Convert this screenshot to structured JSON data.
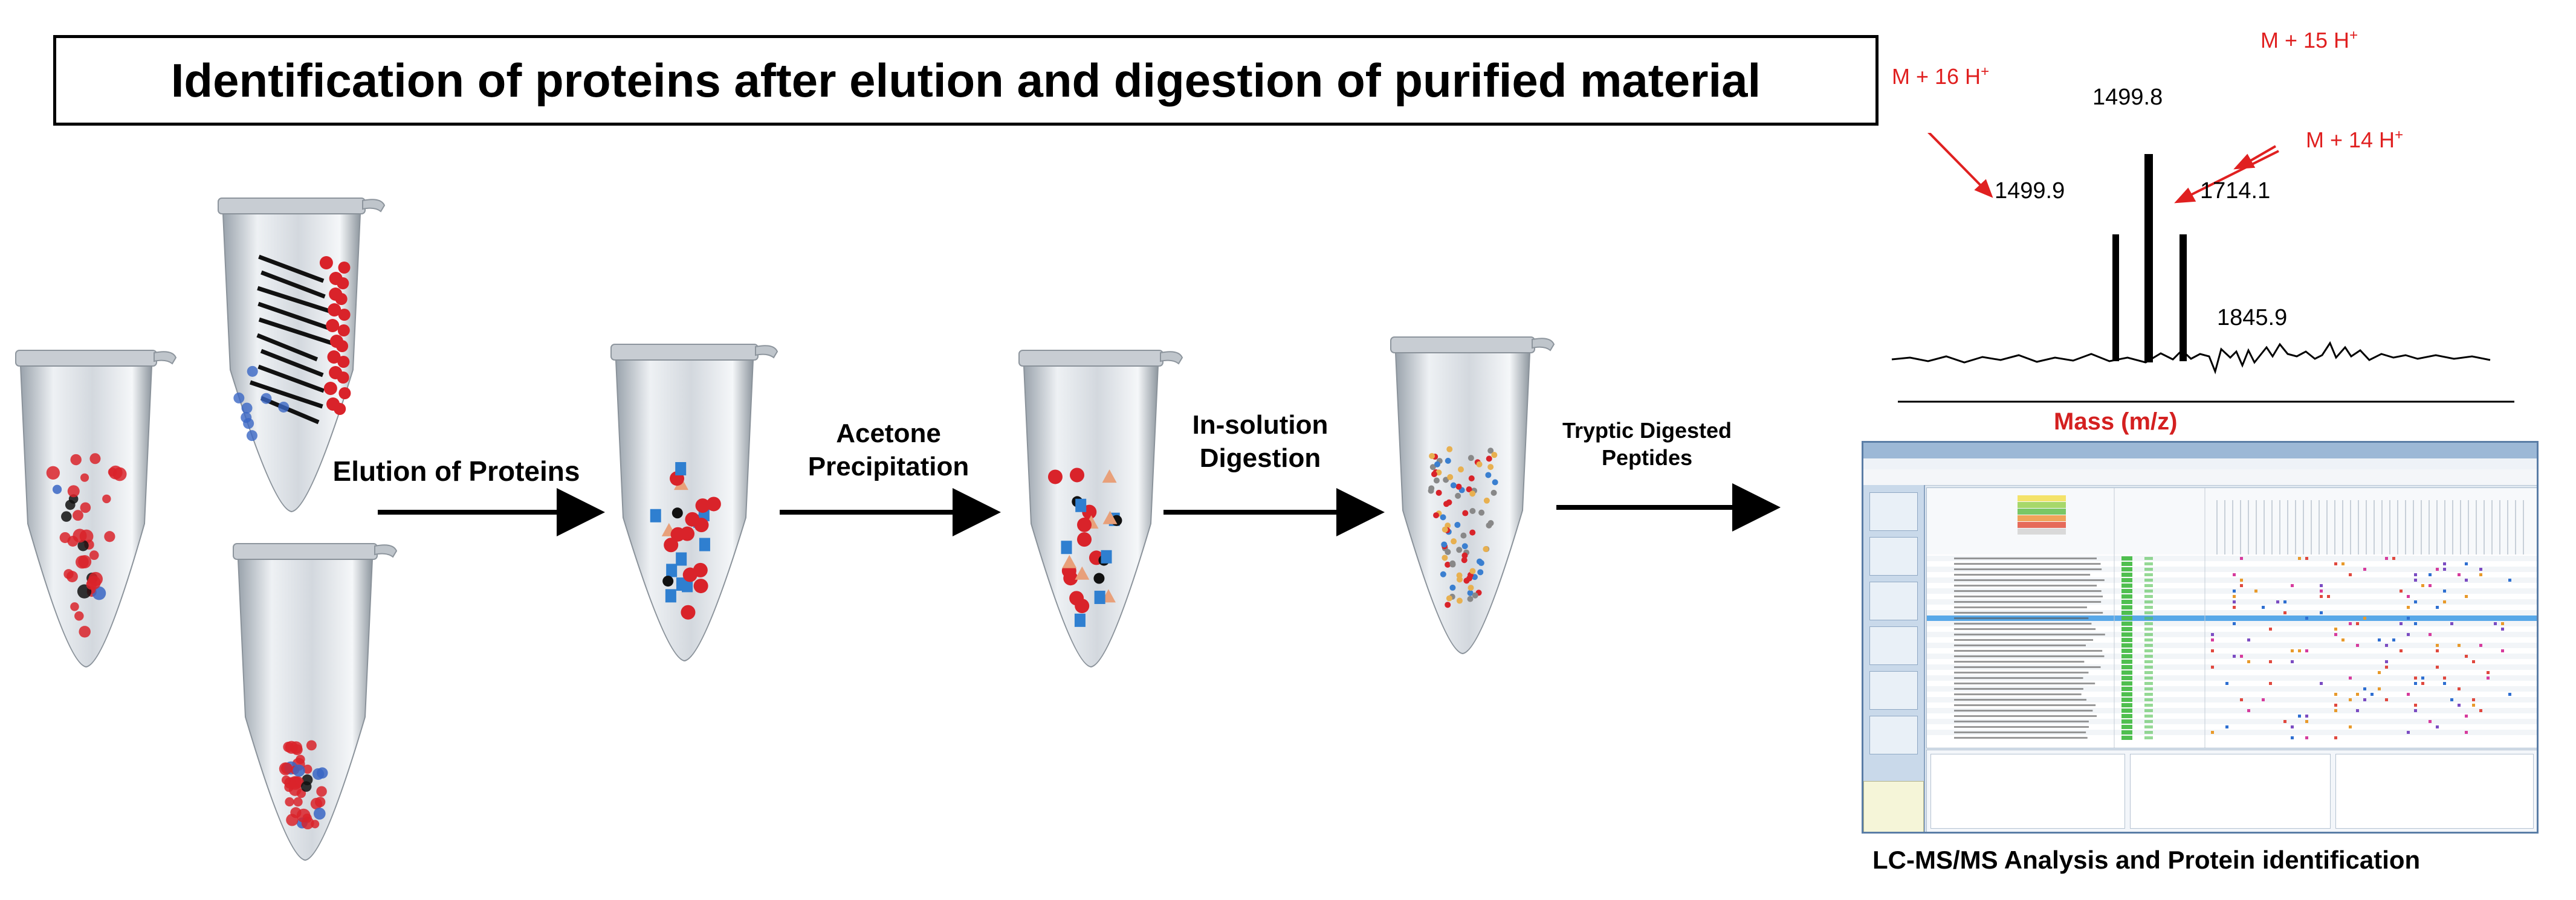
{
  "title": "Identification of proteins after elution and digestion of purified material",
  "steps": [
    {
      "label": "Elution of Proteins"
    },
    {
      "label": "Acetone\nPrecipitation"
    },
    {
      "label": "In-solution\nDigestion"
    },
    {
      "label": "Tryptic Digested\nPeptides"
    }
  ],
  "spectrum": {
    "peaks": [
      {
        "label": "1499.8"
      },
      {
        "label": "1499.9"
      },
      {
        "label": "1714.1"
      },
      {
        "label": "1845.9"
      }
    ],
    "annotations": [
      {
        "base": "M + 16 H",
        "sup": "+"
      },
      {
        "base": "M + 15 H",
        "sup": "+"
      },
      {
        "base": "M + 14 H",
        "sup": "+"
      }
    ],
    "x_axis_label": "Mass (m/z)"
  },
  "bottom_label": "LC-MS/MS Analysis and Protein identification",
  "colors": {
    "annotation": "#e02020",
    "axis_label": "#d42020",
    "spectrum": "#000000",
    "tube_glass": "#c7cdd4",
    "bead_red": "#d9232a",
    "window_frame": "#5a7da6"
  },
  "icons": [
    "microcentrifuge-tube-icon",
    "arrow-right-icon",
    "mass-spectrum-icon",
    "software-window-icon"
  ]
}
